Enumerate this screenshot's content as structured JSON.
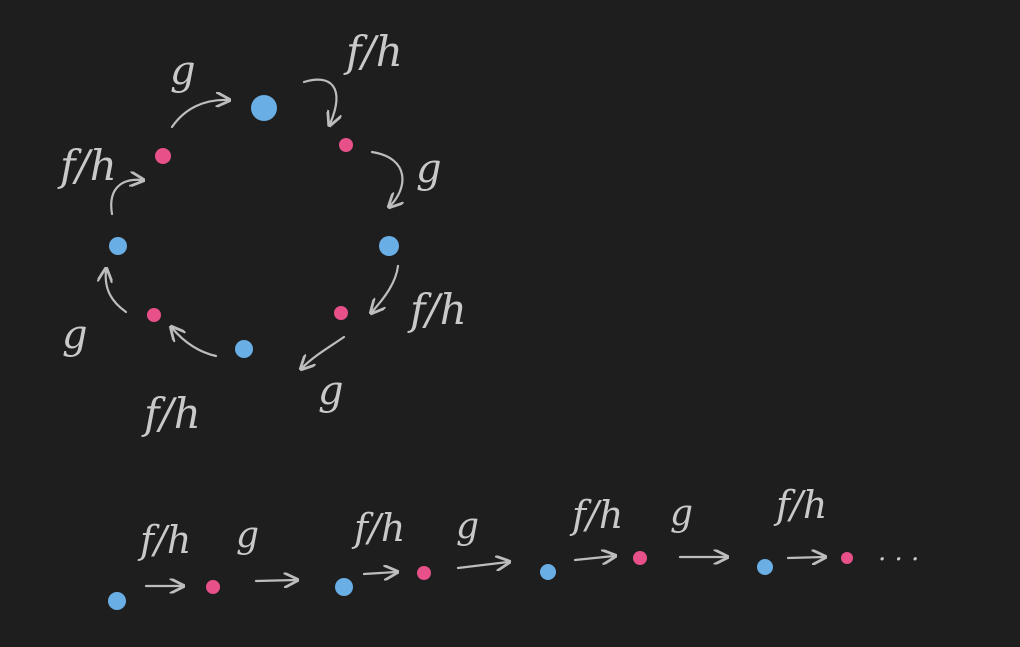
{
  "colors": {
    "background": "#1f1e1e",
    "stroke": "#bdbdbd",
    "text": "#c9c9c9",
    "blue_node": "#6aaee6",
    "pink_node": "#e8508a"
  },
  "labels": {
    "fh": "f/h",
    "g": "g",
    "ellipsis": ". . ."
  },
  "cycle": {
    "node_colors": [
      "blue",
      "pink",
      "blue",
      "pink",
      "blue",
      "pink",
      "blue",
      "pink"
    ],
    "edge_labels": [
      "f/h",
      "g",
      "f/h",
      "g",
      "f/h",
      "g",
      "f/h",
      "g"
    ]
  },
  "chain": {
    "node_colors": [
      "blue",
      "pink",
      "blue",
      "pink",
      "blue",
      "pink",
      "blue",
      "pink"
    ],
    "edge_labels": [
      "f/h",
      "g",
      "f/h",
      "g",
      "f/h",
      "g",
      "f/h"
    ],
    "continues": true
  }
}
